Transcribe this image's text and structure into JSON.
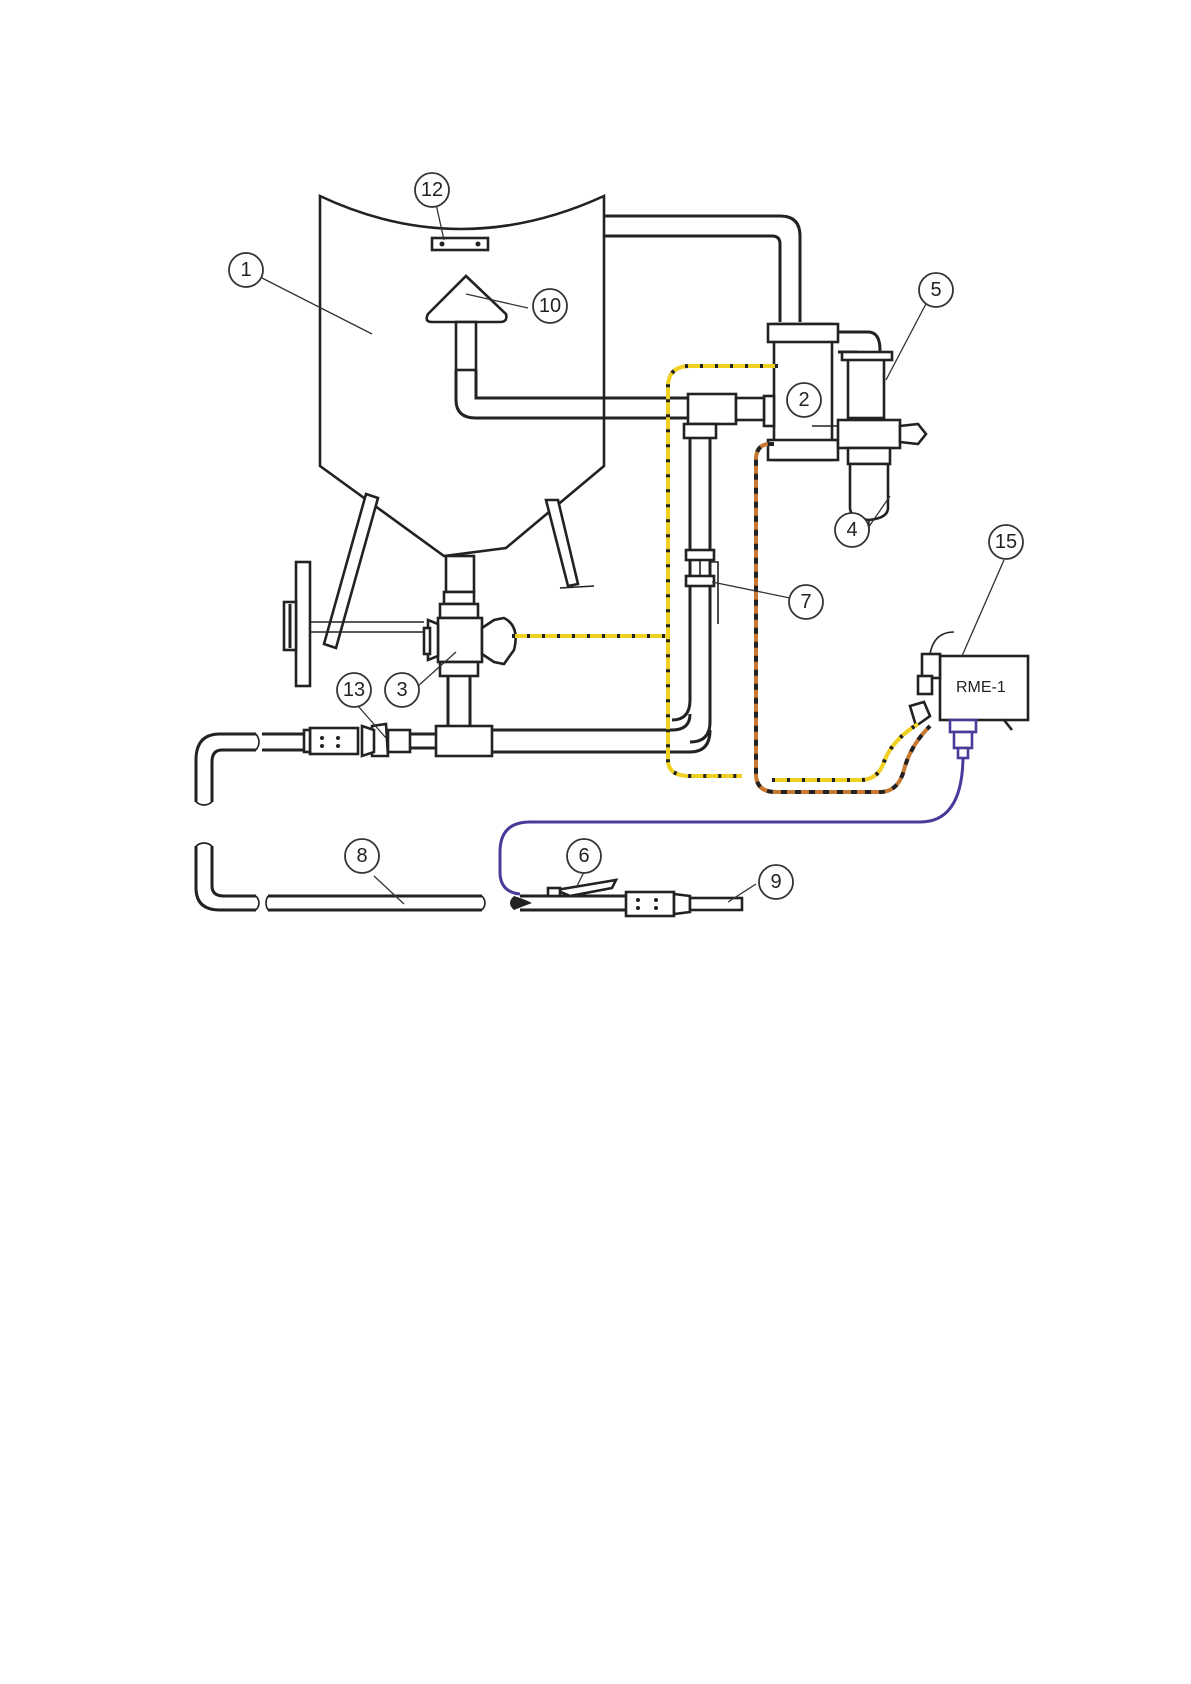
{
  "callouts": [
    {
      "id": "1",
      "label": "1"
    },
    {
      "id": "2",
      "label": "2"
    },
    {
      "id": "3",
      "label": "3"
    },
    {
      "id": "4",
      "label": "4"
    },
    {
      "id": "5",
      "label": "5"
    },
    {
      "id": "6",
      "label": "6"
    },
    {
      "id": "7",
      "label": "7"
    },
    {
      "id": "8",
      "label": "8"
    },
    {
      "id": "9",
      "label": "9"
    },
    {
      "id": "10",
      "label": "10"
    },
    {
      "id": "12",
      "label": "12"
    },
    {
      "id": "13",
      "label": "13"
    },
    {
      "id": "15",
      "label": "15"
    }
  ],
  "control_box": {
    "label": "RME-1"
  },
  "colors": {
    "line": "#222222",
    "control_line_yellow": "#f0d020",
    "control_line_orange": "#c87830",
    "electric_cable_purple": "#4a3a9a",
    "dash_dark": "#222222"
  }
}
